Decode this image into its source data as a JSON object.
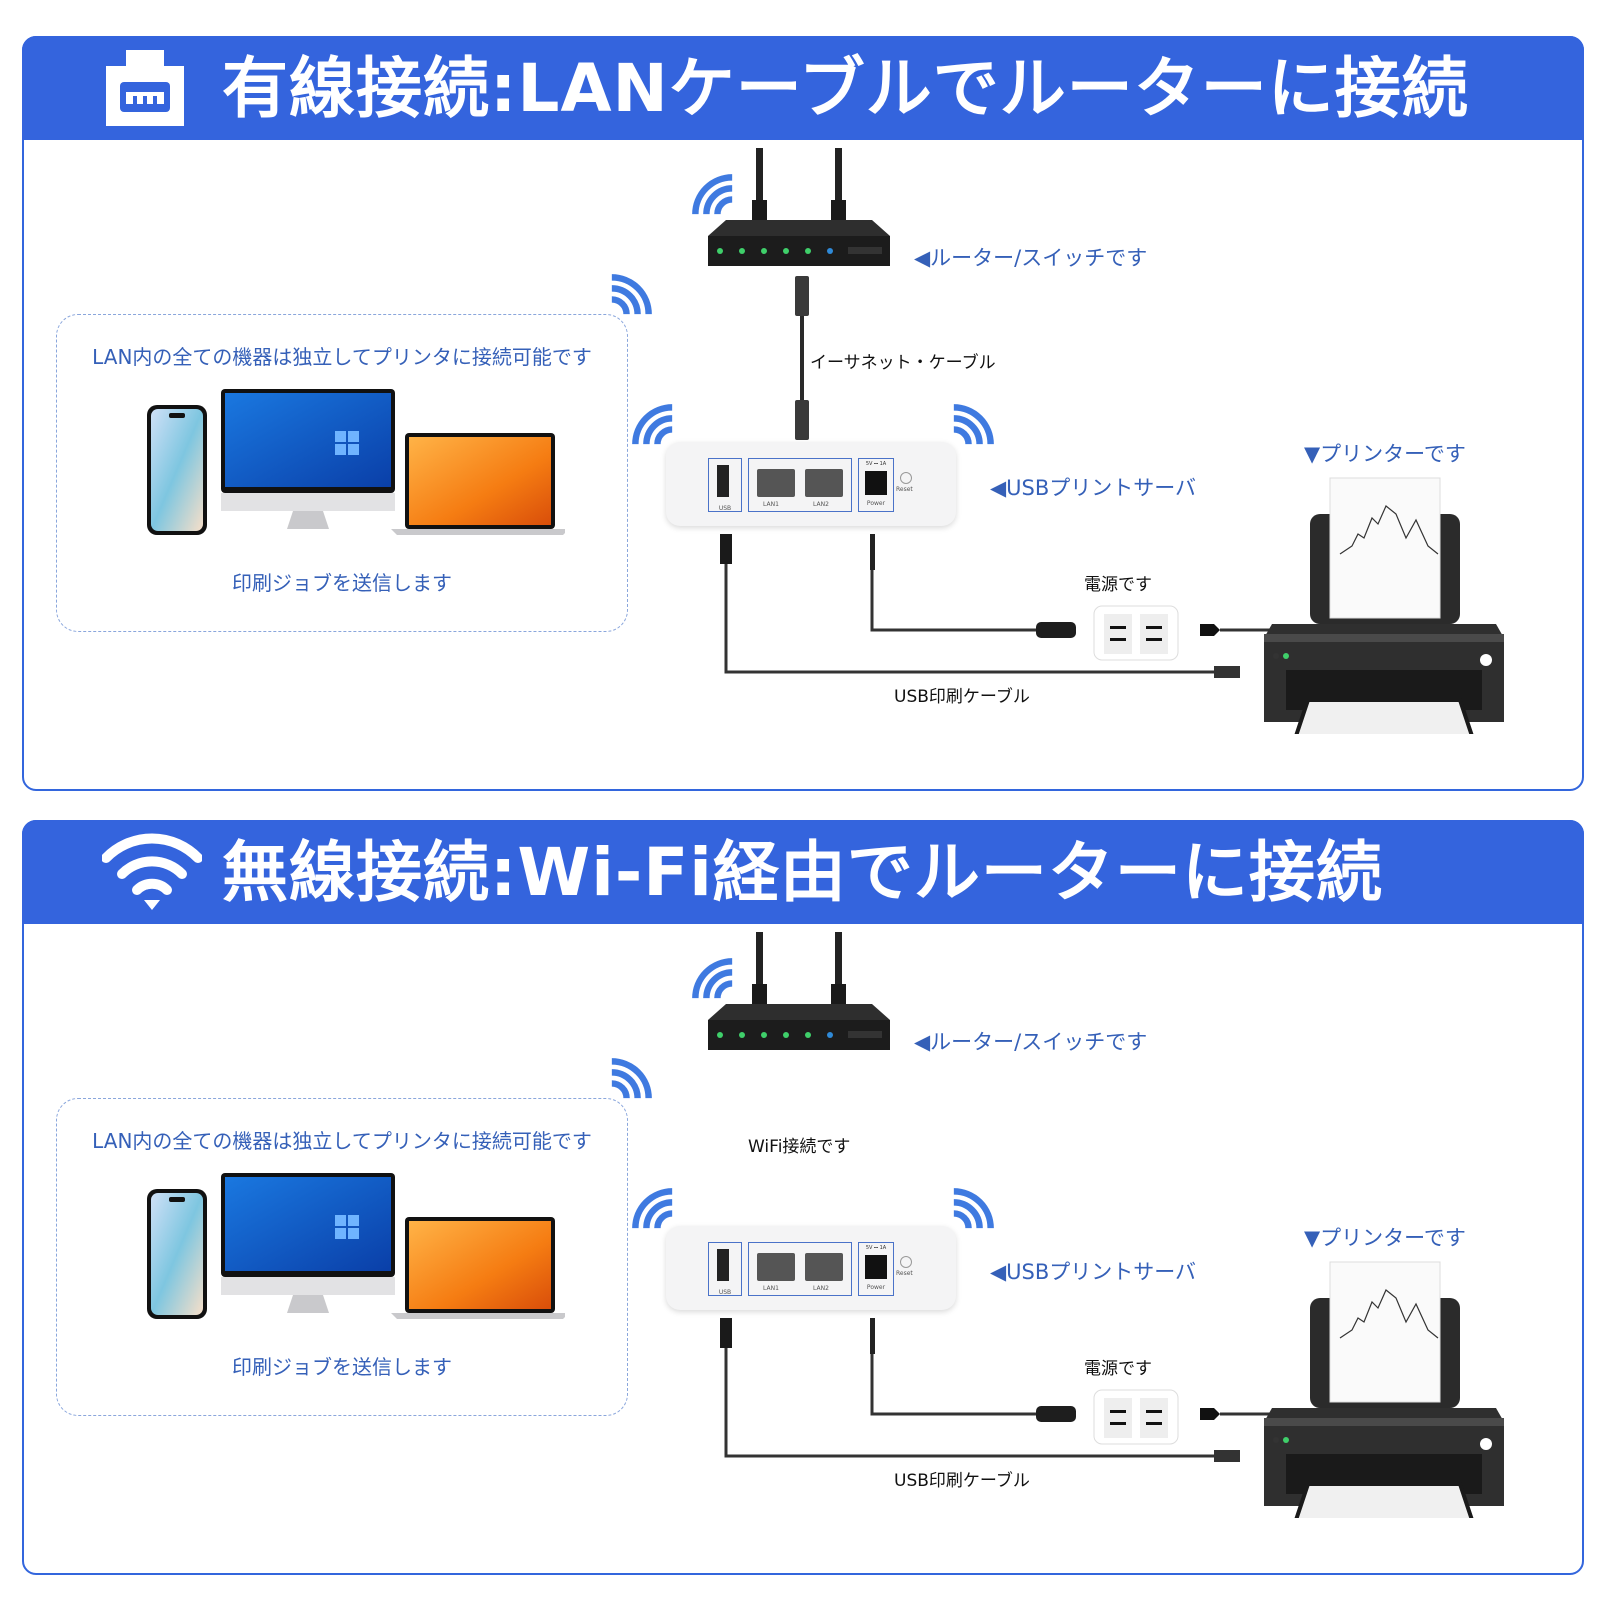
{
  "panels": [
    {
      "id": "wired",
      "header_icon": "lan-port-icon",
      "title": "有線接続:LANケーブルでルーターに接続",
      "devices_caption": "LAN内の全ての機器は独立してプリンタに接続可能です",
      "send_caption": "印刷ジョブを送信します",
      "router_label": "◀ルーター/スイッチです",
      "link_label": "イーサネット・ケーブル",
      "server_label": "◀USBプリントサーバ",
      "printer_label": "▼プリンターです",
      "power_label": "電源です",
      "usb_cable_label": "USB印刷ケーブル",
      "server_ports": {
        "usb": "USB",
        "lan1": "LAN1",
        "lan2": "LAN2",
        "power": "Power",
        "power_spec": "5V ⎓ 1A",
        "reset": "Reset"
      }
    },
    {
      "id": "wireless",
      "header_icon": "wifi-icon",
      "title": "無線接続:Wi-Fi経由でルーターに接続",
      "devices_caption": "LAN内の全ての機器は独立してプリンタに接続可能です",
      "send_caption": "印刷ジョブを送信します",
      "router_label": "◀ルーター/スイッチです",
      "link_label": "WiFi接続です",
      "server_label": "◀USBプリントサーバ",
      "printer_label": "▼プリンターです",
      "power_label": "電源です",
      "usb_cable_label": "USB印刷ケーブル",
      "server_ports": {
        "usb": "USB",
        "lan1": "LAN1",
        "lan2": "LAN2",
        "power": "Power",
        "power_spec": "5V ⎓ 1A",
        "reset": "Reset"
      }
    }
  ],
  "colors": {
    "accent": "#3464dd",
    "label_blue": "#3560b8",
    "wifi_blue": "#3f7ae0"
  }
}
